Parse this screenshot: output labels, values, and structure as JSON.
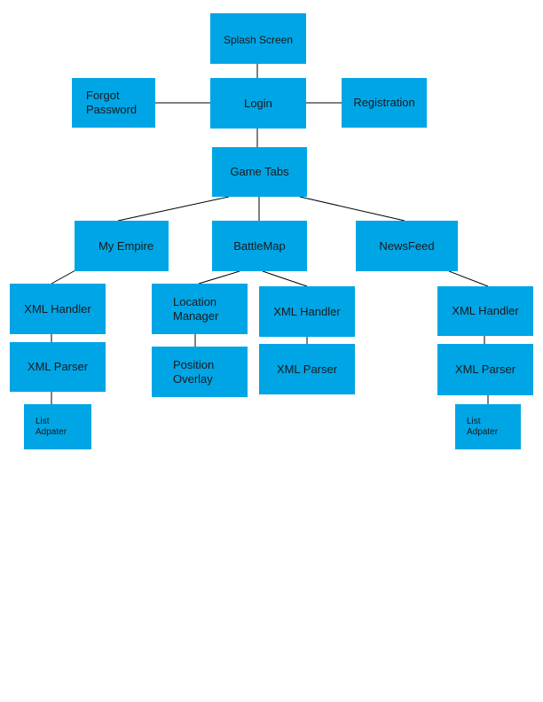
{
  "colors": {
    "box": "#00a5e6",
    "line": "#000000",
    "text": "#1a1a1a"
  },
  "nodes": {
    "splash": "Splash Screen",
    "login": "Login",
    "forgot": "Forgot\nPassword",
    "registration": "Registration",
    "game_tabs": "Game Tabs",
    "my_empire": "My Empire",
    "battlemap": "BattleMap",
    "newsfeed": "NewsFeed",
    "xml_handler_1": "XML Handler",
    "xml_parser_1": "XML Parser",
    "list_adapter_1": "List\nAdpater",
    "location_manager": "Location\nManager",
    "position_overlay": "Position\nOverlay",
    "xml_handler_2": "XML Handler",
    "xml_parser_2": "XML Parser",
    "xml_handler_3": "XML Handler",
    "xml_parser_3": "XML Parser",
    "list_adapter_3": "List\nAdpater"
  }
}
